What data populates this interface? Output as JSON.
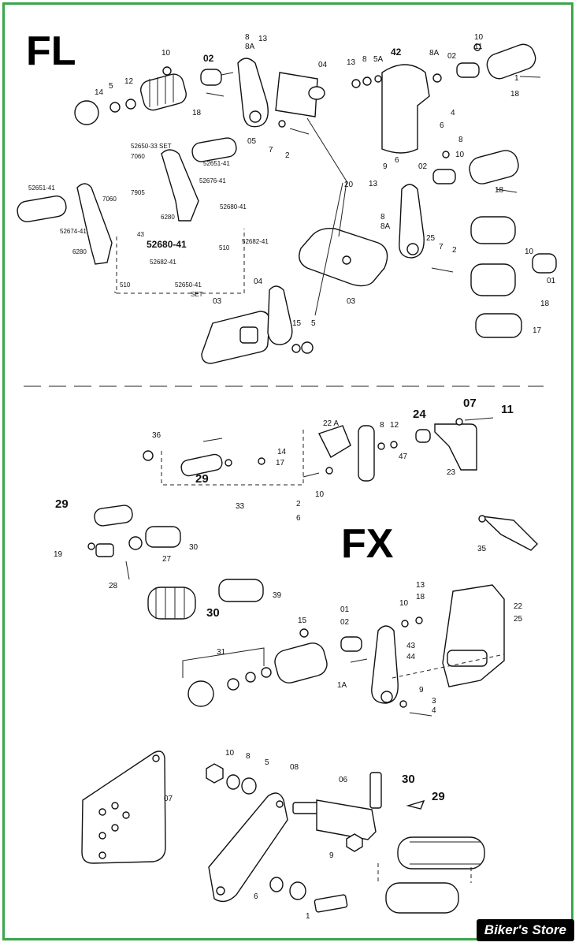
{
  "sections": {
    "fl_title": "FL",
    "fx_title": "FX"
  },
  "brand": {
    "text": "Biker's Store",
    "border_color": "#3aa54a"
  },
  "fl_labels": [
    "10",
    "02",
    "14",
    "5",
    "12",
    "18",
    "8",
    "8A",
    "13",
    "04",
    "05",
    "7",
    "2",
    "13",
    "8",
    "5A",
    "42",
    "8A",
    "02",
    "10",
    "11",
    "1",
    "18",
    "4",
    "6",
    "8",
    "9",
    "6",
    "10",
    "02",
    "18",
    "13",
    "8",
    "8A",
    "25",
    "7",
    "2",
    "10",
    "01",
    "18",
    "17",
    "03",
    "04",
    "03",
    "15",
    "5",
    "20",
    "52650-33 SET",
    "7060",
    "52651-41",
    "7060",
    "7905",
    "52676-41",
    "6280",
    "52680-41",
    "52651-41",
    "52674-41",
    "43",
    "52680-41",
    "510",
    "52682-41",
    "6280",
    "52682-41",
    "510",
    "52650-41",
    "SET"
  ],
  "fx_labels": [
    "36",
    "22 A",
    "8",
    "12",
    "24",
    "07",
    "11",
    "14",
    "17",
    "29",
    "33",
    "10",
    "2",
    "6",
    "47",
    "23",
    "29",
    "30",
    "19",
    "27",
    "28",
    "35",
    "30",
    "39",
    "13",
    "18",
    "10",
    "01",
    "02",
    "15",
    "43",
    "44",
    "22",
    "25",
    "31",
    "1A",
    "9",
    "3",
    "4",
    "10",
    "8",
    "5",
    "08",
    "07",
    "30",
    "06",
    "29",
    "9",
    "6",
    "1"
  ],
  "fx_bold_labels": [
    "29",
    "30",
    "24",
    "11",
    "30",
    "29"
  ]
}
